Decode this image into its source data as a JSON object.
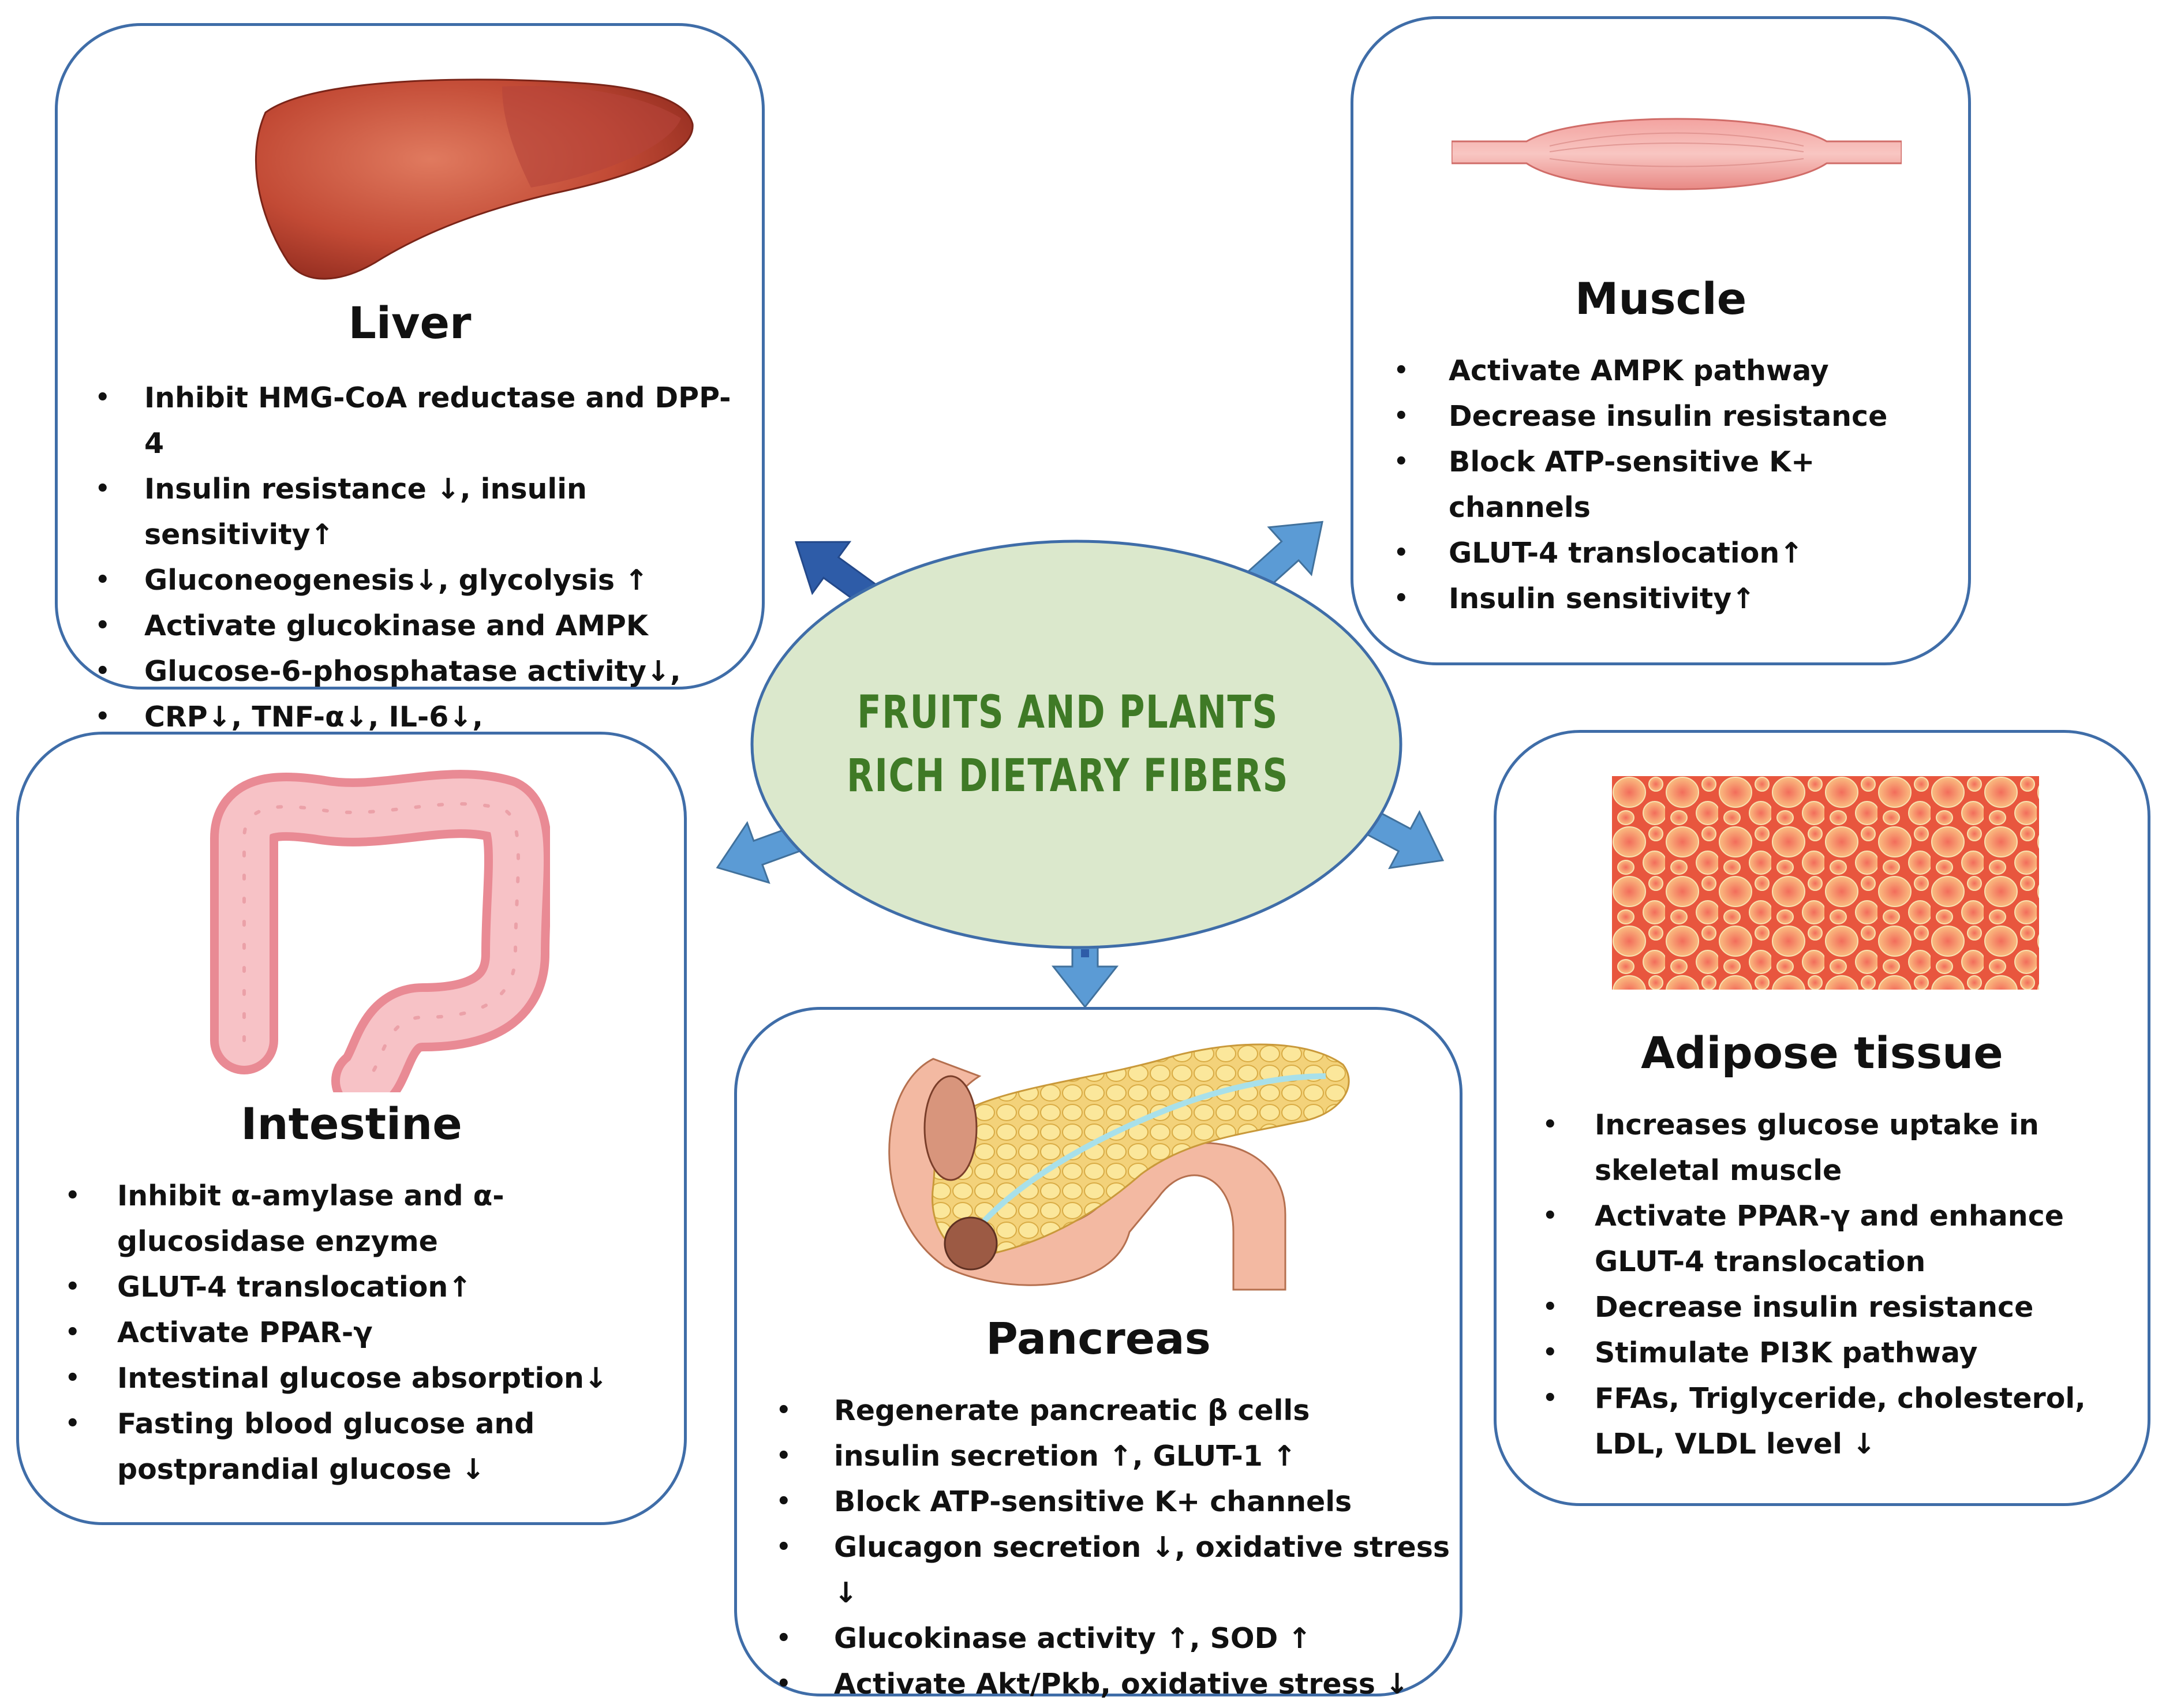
{
  "center": {
    "line1": "FRUITS  AND PLANTS",
    "line2": "RICH DIETARY FIBERS"
  },
  "liver": {
    "title": "Liver",
    "items": [
      "Inhibit HMG-CoA reductase and DPP-4",
      "Insulin resistance ↓, insulin sensitivity↑",
      "Gluconeogenesis↓, glycolysis ↑",
      "Activate glucokinase and AMPK",
      "Glucose-6-phosphatase activity↓,",
      "CRP↓, TNF-α↓, IL-6↓,"
    ]
  },
  "muscle": {
    "title": "Muscle",
    "items": [
      "Activate AMPK pathway",
      "Decrease insulin resistance",
      "Block ATP-sensitive K+ channels",
      "GLUT-4 translocation↑",
      "Insulin sensitivity↑"
    ]
  },
  "intestine": {
    "title": "Intestine",
    "items": [
      "Inhibit α-amylase and α-glucosidase enzyme",
      "GLUT-4 translocation↑",
      "Activate  PPAR-γ",
      "Intestinal glucose absorption↓",
      "Fasting blood glucose and postprandial glucose ↓"
    ]
  },
  "pancreas": {
    "title": "Pancreas",
    "items": [
      "Regenerate pancreatic β cells",
      "insulin secretion ↑, GLUT-1 ↑",
      "Block ATP-sensitive K+ channels",
      "Glucagon secretion ↓, oxidative stress ↓",
      "Glucokinase activity ↑, SOD ↑",
      "Activate Akt/Pkb, oxidative stress ↓"
    ]
  },
  "adipose": {
    "title": "Adipose tissue",
    "items": [
      "Increases glucose uptake in skeletal muscle",
      "Activate PPAR-γ and enhance GLUT-4 translocation",
      "Decrease insulin resistance",
      "Stimulate PI3K pathway",
      "FFAs,  Triglyceride, cholesterol, LDL, VLDL level ↓"
    ]
  },
  "colors": {
    "border": "#3f6da8",
    "arrow": "#5b9bd5",
    "arrow_dark": "#2e5ca8",
    "center_fill": "#dbe8cc",
    "center_text": "#3f7a26"
  }
}
